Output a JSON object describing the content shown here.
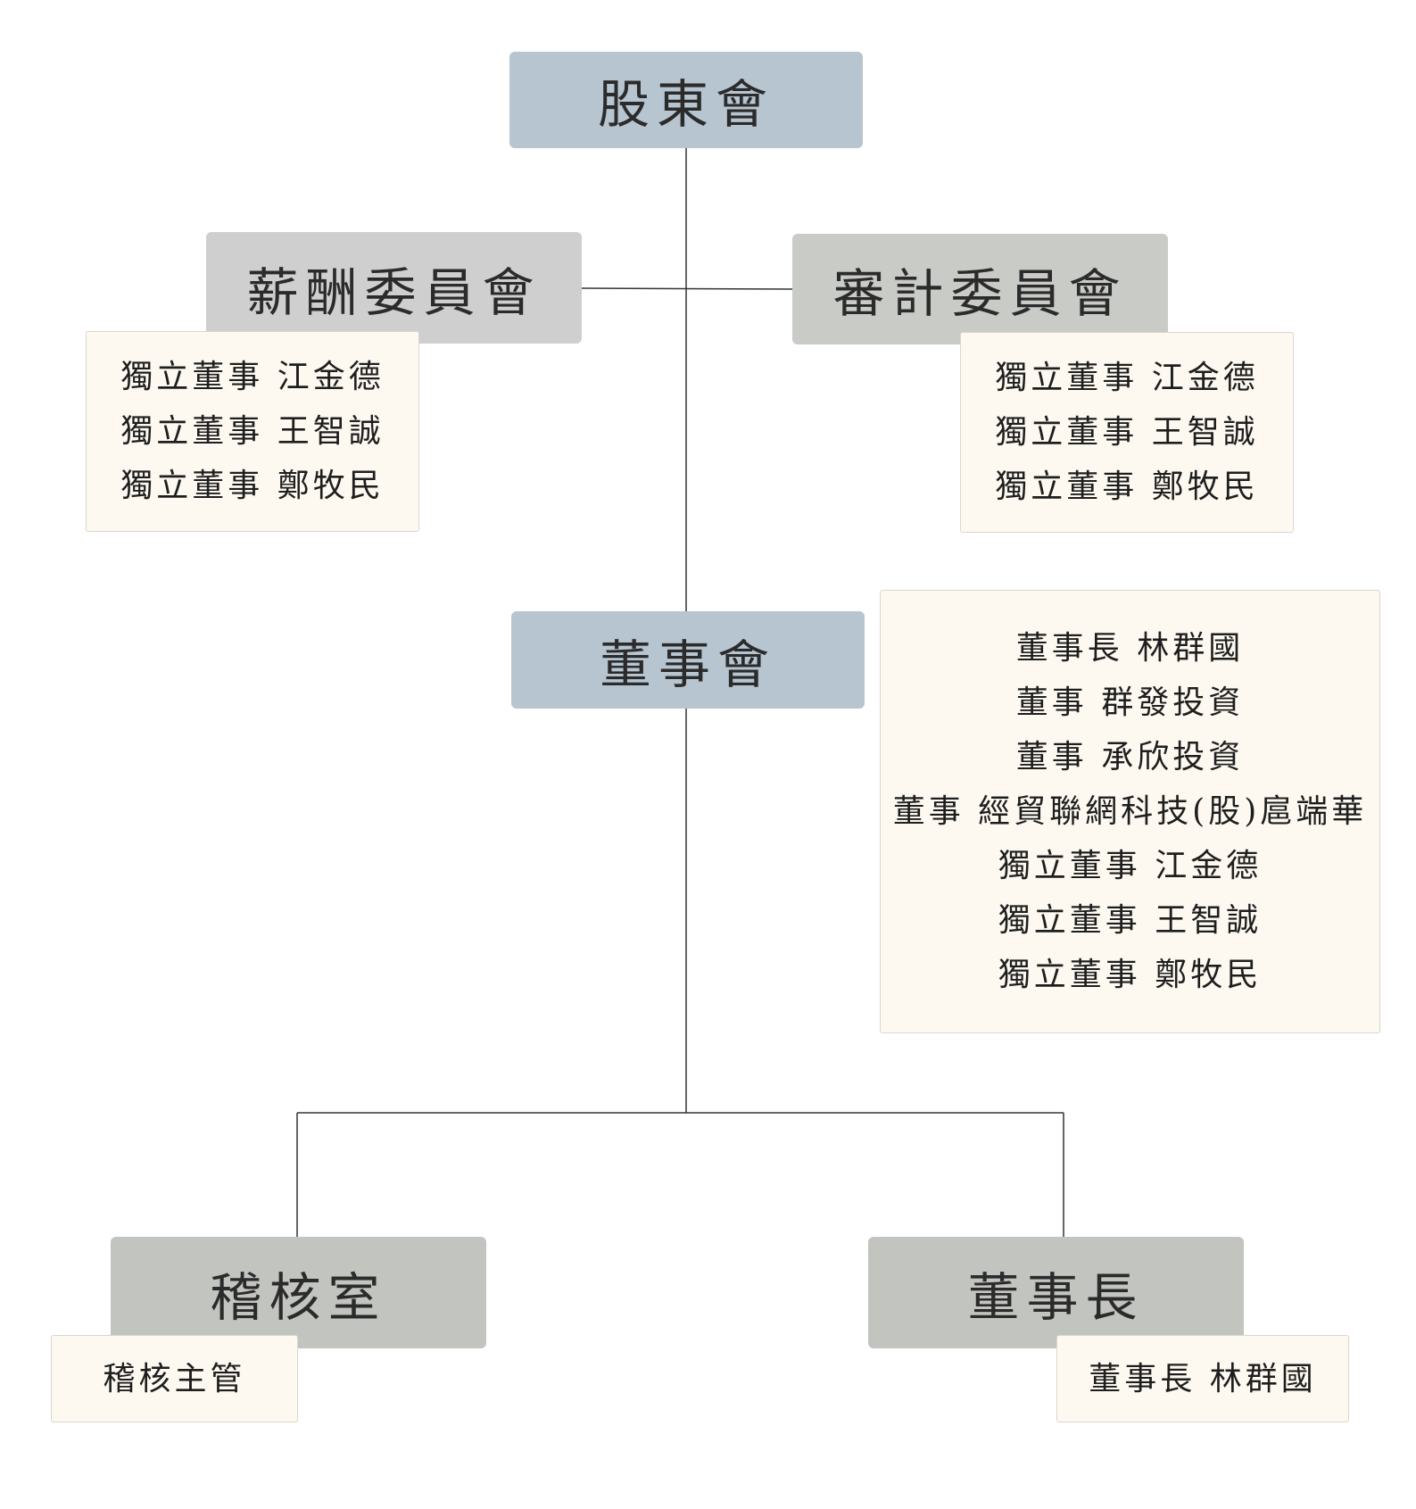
{
  "nodes": {
    "shareholders": "股東會",
    "remuneration": "薪酬委員會",
    "audit": "審計委員會",
    "board": "董事會",
    "internal_audit": "稽核室",
    "chairman": "董事長"
  },
  "members": {
    "remuneration": [
      "獨立董事 江金德",
      "獨立董事 王智誠",
      "獨立董事 鄭牧民"
    ],
    "audit": [
      "獨立董事 江金德",
      "獨立董事 王智誠",
      "獨立董事 鄭牧民"
    ],
    "board": [
      "董事長 林群國",
      "董事 群發投資",
      "董事 承欣投資",
      "董事 經貿聯網科技(股)扈端華",
      "獨立董事 江金德",
      "獨立董事 王智誠",
      "獨立董事 鄭牧民"
    ],
    "internal_audit": [
      "稽核主管"
    ],
    "chairman": [
      "董事長 林群國"
    ]
  },
  "colors": {
    "primary_node": "#b7c5d0",
    "committee_node": "#cfcfcf",
    "member_box": "#fdf9f1",
    "connector": "#333333"
  }
}
